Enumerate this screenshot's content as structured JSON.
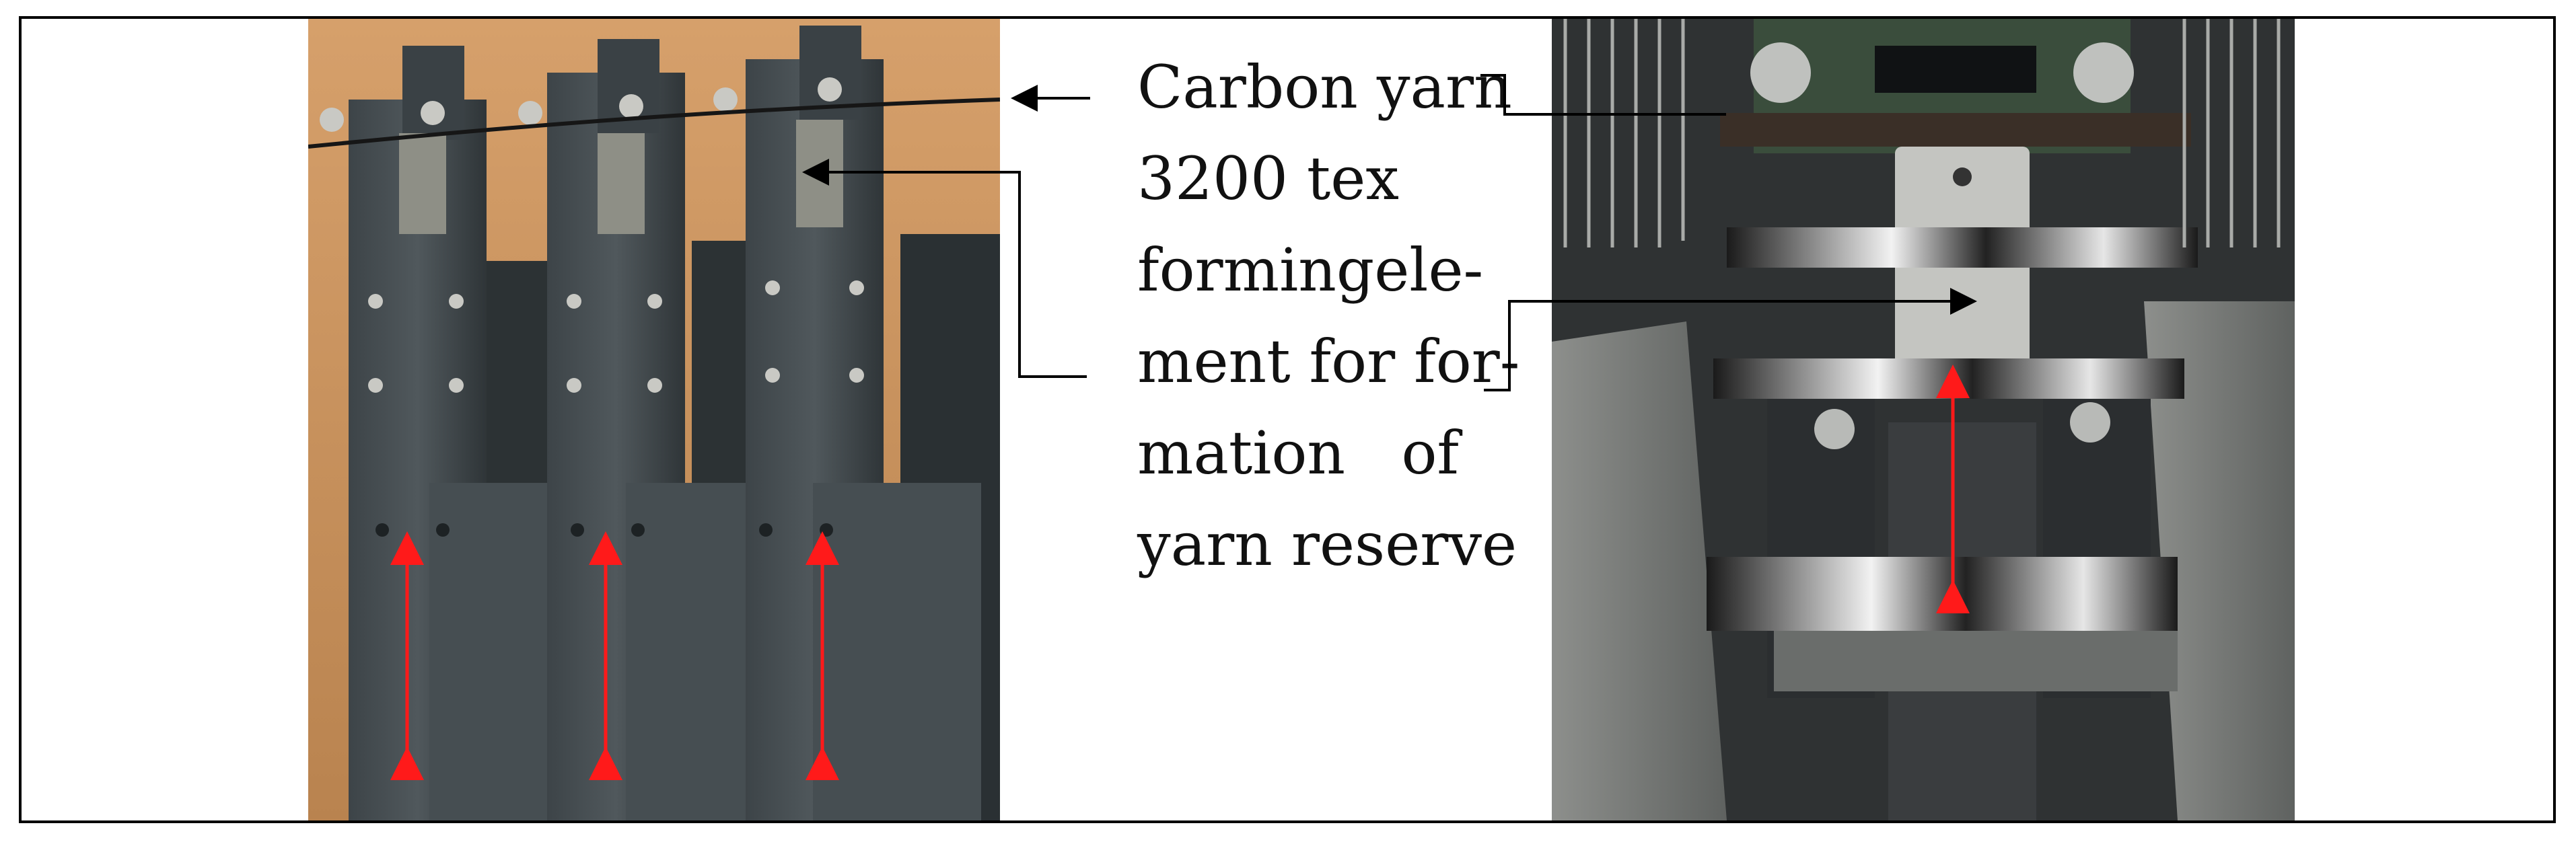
{
  "labels": {
    "carbon_yarn_line1": "Carbon yarn",
    "carbon_yarn_line2": "3200 tex",
    "element_line1_a": "forming",
    "element_line1_b": "ele-",
    "element_line2": "ment for for-",
    "element_line3_a": "mation",
    "element_line3_b": "of",
    "element_line4": "yarn reserve"
  },
  "colors": {
    "arrow_black": "#000000",
    "arrow_red": "#ff1a1a"
  }
}
